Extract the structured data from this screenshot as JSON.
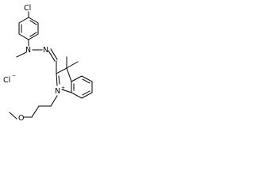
{
  "structure": {
    "chloro_label": "Cl",
    "hydrazine_n1_label": "N",
    "hydrazine_n2_label": "N",
    "chloride_label": "Cl",
    "chloride_charge": "−",
    "indolium_n_label": "N",
    "indolium_charge": "+",
    "ether_o_label": "O"
  }
}
